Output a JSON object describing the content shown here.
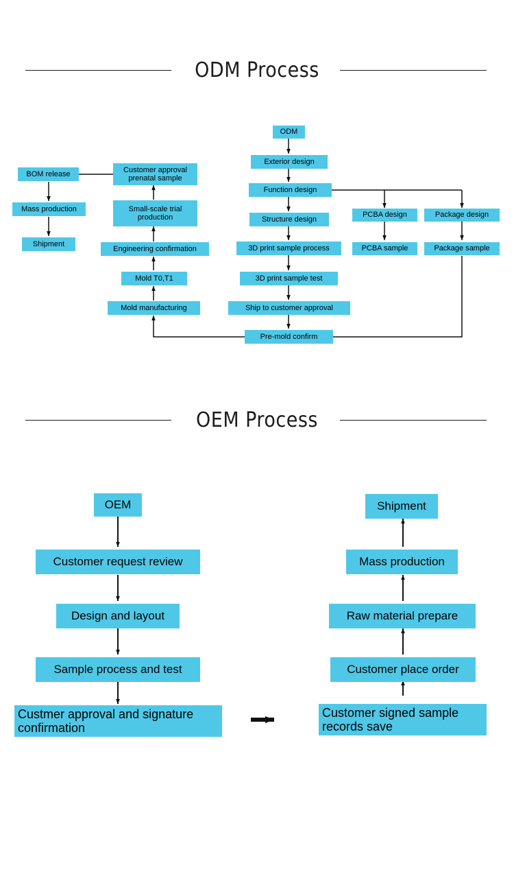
{
  "page": {
    "background": "#ffffff",
    "box_color": "#4FC8E8",
    "line_color": "#111111"
  },
  "sections": [
    {
      "id": "odm",
      "title": "ODM Process"
    },
    {
      "id": "oem",
      "title": "OEM Process"
    }
  ],
  "odm_process": {
    "title": "ODM Process",
    "nodes": {
      "bom_release": "BOM release",
      "mass_production": "Mass production",
      "shipment": "Shipment",
      "customer_approval": "Customer approval prenatal sample",
      "small_scale": "Small-scale trial production",
      "engineering_confirmation": "Engineering confirmation",
      "mold_t0t1": "Mold T0,T1",
      "mold_manufacturing": "Mold manufacturing",
      "odm": "ODM",
      "exterior_design": "Exterior design",
      "function_design": "Function design",
      "structure_design": "Structure design",
      "print_sample_process": "3D print sample process",
      "print_sample_test": "3D print sample test",
      "ship_to_customer": "Ship to customer approval",
      "pre_mold_confirm": "Pre-mold confirm",
      "pcba_design": "PCBA design",
      "pcba_sample": "PCBA sample",
      "package_design": "Package design",
      "package_sample": "Package sample"
    },
    "edges": [
      {
        "from": "odm",
        "to": "exterior_design"
      },
      {
        "from": "exterior_design",
        "to": "function_design"
      },
      {
        "from": "function_design",
        "to": "structure_design"
      },
      {
        "from": "function_design",
        "to": "pcba_design"
      },
      {
        "from": "function_design",
        "to": "package_design"
      },
      {
        "from": "structure_design",
        "to": "print_sample_process"
      },
      {
        "from": "print_sample_process",
        "to": "print_sample_test"
      },
      {
        "from": "print_sample_test",
        "to": "ship_to_customer"
      },
      {
        "from": "ship_to_customer",
        "to": "pre_mold_confirm"
      },
      {
        "from": "pcba_design",
        "to": "pcba_sample"
      },
      {
        "from": "package_design",
        "to": "package_sample"
      },
      {
        "from": "package_sample",
        "to": "pre_mold_confirm"
      },
      {
        "from": "pre_mold_confirm",
        "to": "mold_manufacturing"
      },
      {
        "from": "mold_manufacturing",
        "to": "mold_t0t1"
      },
      {
        "from": "mold_t0t1",
        "to": "engineering_confirmation"
      },
      {
        "from": "engineering_confirmation",
        "to": "small_scale"
      },
      {
        "from": "small_scale",
        "to": "customer_approval"
      },
      {
        "from": "customer_approval",
        "to": "bom_release"
      },
      {
        "from": "bom_release",
        "to": "mass_production"
      },
      {
        "from": "mass_production",
        "to": "shipment"
      }
    ]
  },
  "oem_process": {
    "title": "OEM Process",
    "nodes": {
      "oem": "OEM",
      "customer_request_review": "Customer request review",
      "design_and_layout": "Design and layout",
      "sample_process_and_test": "Sample process and test",
      "customer_approval_signature": "Custmer approval and signature confirmation",
      "customer_signed_sample": "Customer signed sample records save",
      "customer_place_order": "Customer place order",
      "raw_material_prepare": "Raw material prepare",
      "mass_production": "Mass production",
      "shipment": "Shipment"
    },
    "edges": [
      {
        "from": "oem",
        "to": "customer_request_review"
      },
      {
        "from": "customer_request_review",
        "to": "design_and_layout"
      },
      {
        "from": "design_and_layout",
        "to": "sample_process_and_test"
      },
      {
        "from": "sample_process_and_test",
        "to": "customer_approval_signature"
      },
      {
        "from": "customer_approval_signature",
        "to": "customer_signed_sample"
      },
      {
        "from": "customer_signed_sample",
        "to": "customer_place_order"
      },
      {
        "from": "customer_place_order",
        "to": "raw_material_prepare"
      },
      {
        "from": "raw_material_prepare",
        "to": "mass_production"
      },
      {
        "from": "mass_production",
        "to": "shipment"
      }
    ]
  }
}
